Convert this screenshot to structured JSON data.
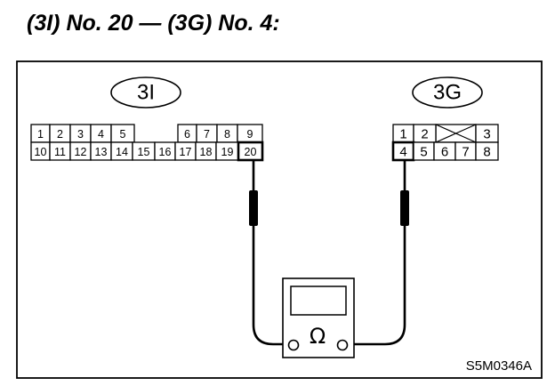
{
  "heading": "(3I) No. 20 — (3G) No. 4:",
  "connector_left": {
    "label": "3I",
    "top_row_a": [
      "1",
      "2",
      "3",
      "4",
      "5"
    ],
    "top_row_b": [
      "6",
      "7",
      "8",
      "9"
    ],
    "bottom_row": [
      "10",
      "11",
      "12",
      "13",
      "14",
      "15",
      "16",
      "17",
      "18",
      "19",
      "20"
    ],
    "test_pin": "20"
  },
  "connector_right": {
    "label": "3G",
    "top_row_a": [
      "1",
      "2"
    ],
    "top_row_b": [
      "3"
    ],
    "bottom_row": [
      "4",
      "5",
      "6",
      "7",
      "8"
    ],
    "test_pin": "4"
  },
  "meter": {
    "symbol": "Ω"
  },
  "figure_code": "S5M0346A"
}
